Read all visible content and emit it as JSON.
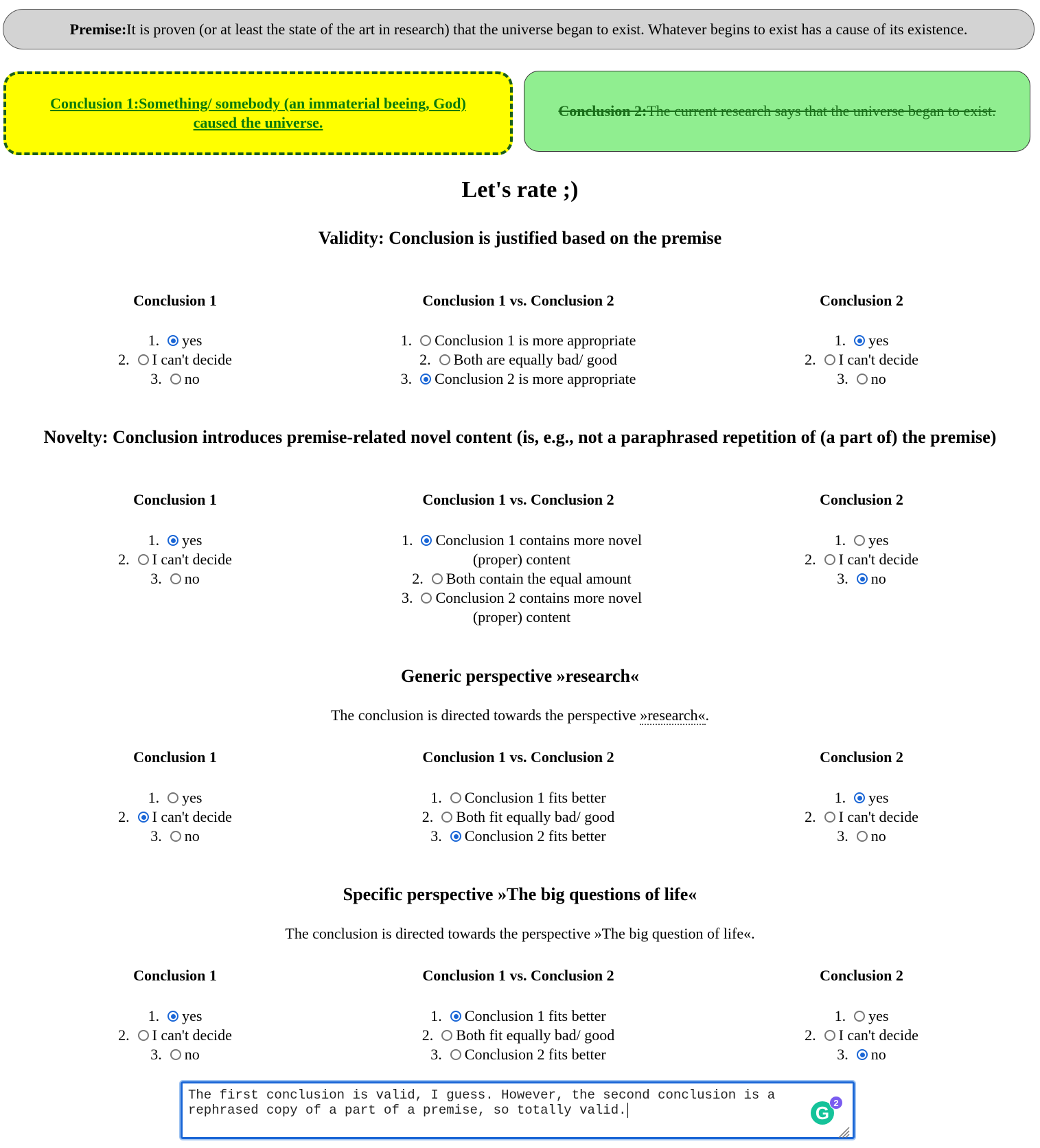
{
  "premise": {
    "label": "Premise:",
    "text": "It is proven (or at least the state of the art in research) that the universe began to exist. Whatever begins to exist has a cause of its existence."
  },
  "conclusion1": {
    "label": "Conclusion 1:",
    "text": "Something/ somebody (an immaterial beeing, God) caused the universe."
  },
  "conclusion2": {
    "label": "Conclusion 2:",
    "text": "The current research says that the universe began to exist."
  },
  "main_heading": "Let's rate ;)",
  "sections": [
    {
      "title": "Validity: Conclusion is justified based on the premise",
      "description": "",
      "col_headers": [
        "Conclusion 1",
        "Conclusion 1 vs. Conclusion 2",
        "Conclusion 2"
      ],
      "c1_options": [
        "yes",
        "I can't decide",
        "no"
      ],
      "c1_selected": 1,
      "vs_options": [
        "Conclusion 1 is more appropriate",
        "Both are equally bad/ good",
        "Conclusion 2 is more appropriate"
      ],
      "vs_selected": 3,
      "c2_options": [
        "yes",
        "I can't decide",
        "no"
      ],
      "c2_selected": 1
    },
    {
      "title": "Novelty: Conclusion introduces premise-related novel content (is, e.g., not a paraphrased repetition of (a part of) the premise)",
      "description": "",
      "col_headers": [
        "Conclusion 1",
        "Conclusion 1 vs. Conclusion 2",
        "Conclusion 2"
      ],
      "c1_options": [
        "yes",
        "I can't decide",
        "no"
      ],
      "c1_selected": 1,
      "vs_options": [
        "Conclusion 1 contains more novel",
        "(proper) content",
        "Both contain the equal amount",
        "Conclusion 2 contains more novel",
        "(proper) content"
      ],
      "vs_selected": 1,
      "c2_options": [
        "yes",
        "I can't decide",
        "no"
      ],
      "c2_selected": 3
    },
    {
      "title": "Generic perspective »research«",
      "description_prefix": "The conclusion is directed towards the perspective ",
      "description_term": "»research«",
      "description_suffix": ".",
      "col_headers": [
        "Conclusion 1",
        "Conclusion 1 vs. Conclusion 2",
        "Conclusion 2"
      ],
      "c1_options": [
        "yes",
        "I can't decide",
        "no"
      ],
      "c1_selected": 2,
      "vs_options": [
        "Conclusion 1 fits better",
        "Both fit equally bad/ good",
        "Conclusion 2 fits better"
      ],
      "vs_selected": 3,
      "c2_options": [
        "yes",
        "I can't decide",
        "no"
      ],
      "c2_selected": 1
    },
    {
      "title": "Specific perspective »The big questions of life«",
      "description": "The conclusion is directed towards the perspective »The big question of life«.",
      "col_headers": [
        "Conclusion 1",
        "Conclusion 1 vs. Conclusion 2",
        "Conclusion 2"
      ],
      "c1_options": [
        "yes",
        "I can't decide",
        "no"
      ],
      "c1_selected": 1,
      "vs_options": [
        "Conclusion 1 fits better",
        "Both fit equally bad/ good",
        "Conclusion 2 fits better"
      ],
      "vs_selected": 1,
      "c2_options": [
        "yes",
        "I can't decide",
        "no"
      ],
      "c2_selected": 3
    }
  ],
  "comment": {
    "line1": "The first conclusion is valid, I guess. However, the second conclusion is a",
    "line2": "rephrased copy of a part of a premise, so totally valid."
  },
  "grammarly": {
    "icon": "grammarly-icon",
    "letter": "G",
    "badge": "2"
  },
  "colors": {
    "accent": "#1a66d6",
    "conc1_bg": "#ffff00",
    "conc2_bg": "#90ee90",
    "premise_bg": "#d3d3d3"
  }
}
